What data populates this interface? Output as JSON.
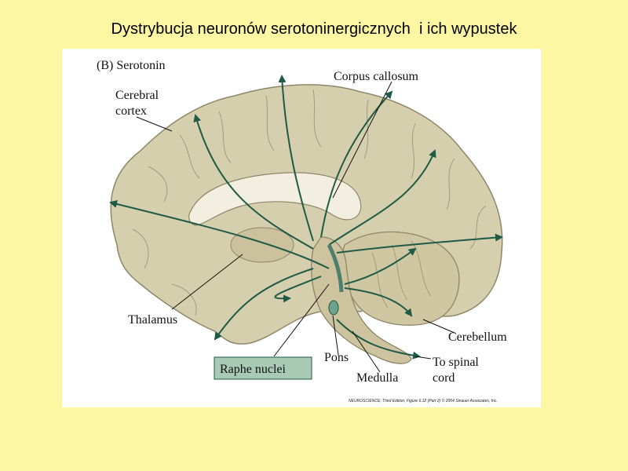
{
  "slide": {
    "title": "Dystrybucja neuronów serotoninergicznych  i ich wypustek"
  },
  "figure": {
    "panel_label": "(B)  Serotonin",
    "labels": {
      "cerebral_cortex_1": "Cerebral",
      "cerebral_cortex_2": "cortex",
      "corpus_callosum": "Corpus callosum",
      "thalamus": "Thalamus",
      "raphe_nuclei": "Raphe nuclei",
      "pons": "Pons",
      "medulla": "Medulla",
      "cerebellum": "Cerebellum",
      "spinal_cord_1": "To spinal",
      "spinal_cord_2": "cord"
    },
    "credit": "NEUROSCIENCE, Third Edition, Figure 6.12 (Part 2)  © 2004 Sinauer Associates, Inc.",
    "colors": {
      "background": "#fdf6a3",
      "brain": "#d6cfae",
      "brain_outline": "#8e8669",
      "projection": "#1f5a45",
      "raphe_box": "#a9cbb5"
    }
  }
}
